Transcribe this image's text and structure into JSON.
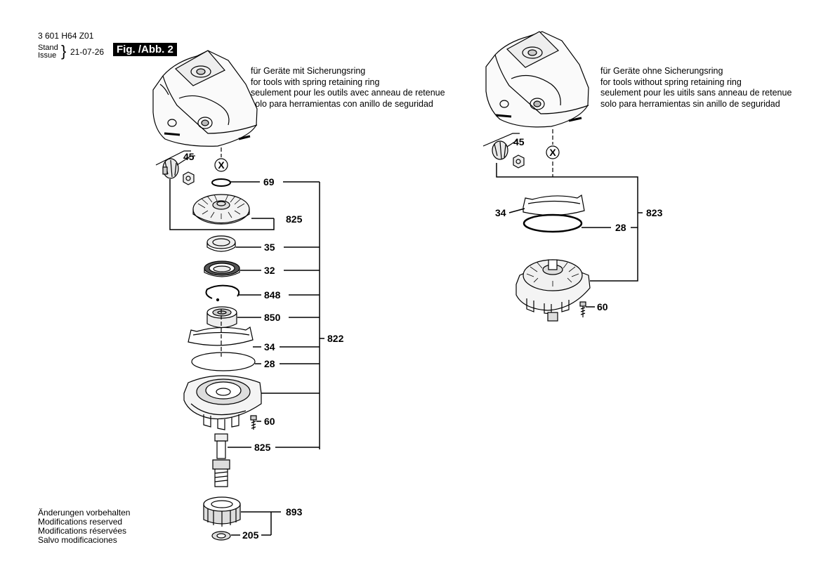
{
  "header": {
    "doc_number": "3 601 H64 Z01",
    "stand_label": "Stand",
    "issue_label": "Issue",
    "brace": "}",
    "date": "21-07-26",
    "figure_label": "Fig. /Abb. 2"
  },
  "notes": {
    "left": [
      "für Geräte mit Sicherungsring",
      "for tools with spring retaining ring",
      "seulement pour les outils avec anneau de retenue",
      "solo para herramientas con anillo de seguridad"
    ],
    "right": [
      "für Geräte ohne Sicherungsring",
      "for tools without spring retaining ring",
      "seulement pour les uitils sans anneau de retenue",
      "solo para herramientas sin anillo de seguridad"
    ],
    "footer": [
      "Änderungen vorbehalten",
      "Modifications reserved",
      "Modifications réservées",
      "Salvo modificaciones"
    ]
  },
  "markers": {
    "x": "X"
  },
  "labels": {
    "left": {
      "p45": "45",
      "p69": "69",
      "p825a": "825",
      "p35": "35",
      "p32": "32",
      "p848": "848",
      "p850": "850",
      "p34": "34",
      "p28": "28",
      "p60": "60",
      "p825b": "825",
      "p822": "822",
      "p893": "893",
      "p205": "205"
    },
    "right": {
      "p45": "45",
      "p34": "34",
      "p823": "823",
      "p28": "28",
      "p60": "60"
    }
  }
}
